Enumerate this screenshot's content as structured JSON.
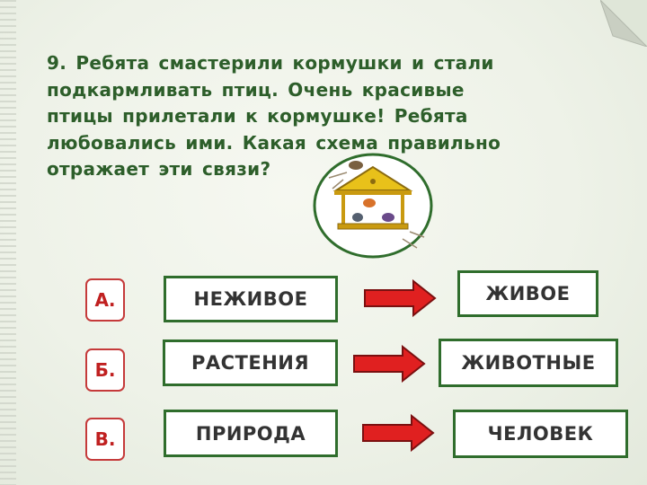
{
  "question": {
    "text": "9.  Ребята  смастерили кормушки  и  стали\nподкармливать  птиц.  Очень  красивые\nптицы прилетали  к  кормушке! Ребята\nлюбовались  ими. Какая схема  правильно\nотражает  эти  связи?"
  },
  "options": [
    {
      "letter": "А.",
      "left": "НЕЖИВОЕ",
      "right": "ЖИВОЕ"
    },
    {
      "letter": "Б.",
      "left": "РАСТЕНИЯ",
      "right": "ЖИВОТНЫЕ"
    },
    {
      "letter": "В.",
      "left": "ПРИРОДА",
      "right": "ЧЕЛОВЕК"
    }
  ],
  "colors": {
    "text": "#2d5e2a",
    "box_border": "#2f6d2c",
    "letter_border": "#c53a3a",
    "arrow": "#e02020"
  },
  "icons": {
    "feeder": "bird-feeder-icon",
    "arrow": "right-arrow-icon"
  }
}
